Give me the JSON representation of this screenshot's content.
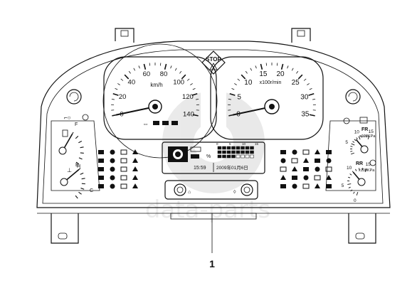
{
  "speedometer": {
    "unit": "km/h",
    "ticks": [
      "0",
      "20",
      "40",
      "60",
      "80",
      "100",
      "120",
      "140"
    ],
    "range": [
      0,
      140
    ],
    "needle_value": 0
  },
  "tachometer": {
    "unit": "x100r/min",
    "ticks": [
      "0",
      "5",
      "10",
      "15",
      "20",
      "25",
      "30",
      "35"
    ],
    "range": [
      0,
      35
    ],
    "needle_value": 0
  },
  "stop_warning": {
    "label": "STOP"
  },
  "fuel_gauge": {
    "full_label": "F",
    "empty_label": "E",
    "level_fraction": 0.0
  },
  "temp_gauge": {
    "hot_label": "H",
    "cold_label": "C",
    "level_fraction": 0.0
  },
  "air_pressure_front": {
    "code": "FR",
    "unit": "x100KPa",
    "ticks": [
      "5",
      "10",
      "15"
    ],
    "range": [
      0,
      15
    ]
  },
  "air_pressure_rear": {
    "code": "RR",
    "unit": "x100KPa",
    "ticks": [
      "0",
      "5",
      "10",
      "15"
    ],
    "range": [
      0,
      15
    ]
  },
  "lcd": {
    "time": "15:59",
    "date": "2009年01月6日",
    "percent_label": "%",
    "bar_scale": [
      "0",
      "5",
      "10",
      "15"
    ]
  },
  "callout": {
    "number": "1"
  },
  "watermark": {
    "text": "data-parts"
  }
}
